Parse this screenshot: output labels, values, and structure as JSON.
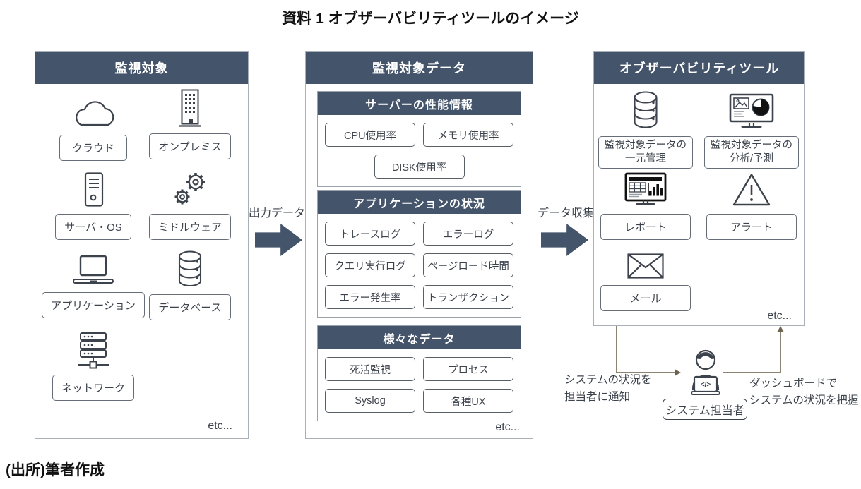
{
  "figure": {
    "title": "資料 1 オブザーバビリティツールのイメージ",
    "source": "(出所)筆者作成"
  },
  "colors": {
    "header_bg": "#44546a",
    "block_arrow": "#44546a",
    "connector_line": "#8c8472",
    "connector_arrow": "#6e6550",
    "panel_border": "#aab0b8",
    "item_border": "#666d76",
    "text": "#3d434c"
  },
  "arrows": {
    "output_label": "出力データ",
    "collect_label": "データ収集"
  },
  "panel_targets": {
    "title": "監視対象",
    "etc": "etc...",
    "items": [
      {
        "icon": "cloud-icon",
        "label": "クラウド"
      },
      {
        "icon": "building-icon",
        "label": "オンプレミス"
      },
      {
        "icon": "server-tower-icon",
        "label": "サーバ・OS"
      },
      {
        "icon": "gears-icon",
        "label": "ミドルウェア"
      },
      {
        "icon": "laptop-icon",
        "label": "アプリケーション"
      },
      {
        "icon": "database-icon",
        "label": "データベース"
      },
      {
        "icon": "network-rack-icon",
        "label": "ネットワーク"
      }
    ]
  },
  "panel_data": {
    "title": "監視対象データ",
    "etc": "etc...",
    "groups": [
      {
        "title": "サーバーの性能情報",
        "items": [
          "CPU使用率",
          "メモリ使用率",
          "DISK使用率"
        ]
      },
      {
        "title": "アプリケーションの状況",
        "items": [
          "トレースログ",
          "エラーログ",
          "クエリ実行ログ",
          "ページロード時間",
          "エラー発生率",
          "トランザクション"
        ]
      },
      {
        "title": "様々なデータ",
        "items": [
          "死活監視",
          "プロセス",
          "Syslog",
          "各種UX"
        ]
      }
    ]
  },
  "panel_tools": {
    "title": "オブザーバビリティツール",
    "etc": "etc...",
    "items": [
      {
        "icon": "database-stack-icon",
        "label": "監視対象データの\n一元管理"
      },
      {
        "icon": "monitor-analytics-icon",
        "label": "監視対象データの\n分析/予測"
      },
      {
        "icon": "monitor-report-icon",
        "label": "レポート"
      },
      {
        "icon": "alert-triangle-icon",
        "label": "アラート"
      },
      {
        "icon": "mail-icon",
        "label": "メール"
      }
    ]
  },
  "flow": {
    "notify": "システムの状況を\n担当者に通知",
    "grasp": "ダッシュボードで\nシステムの状況を把握",
    "person": "システム担当者",
    "laptop_glyph": "</>"
  }
}
